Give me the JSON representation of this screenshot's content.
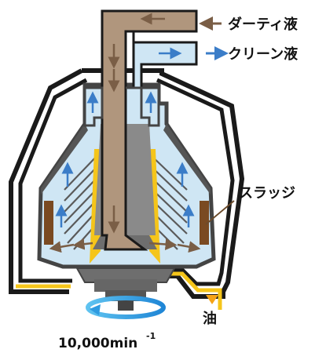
{
  "labels": {
    "dirty_liquid": "ダーティ液",
    "clean_liquid": "クリーン液",
    "sludge": "スラッジ",
    "oil": "油",
    "speed": "10,000min",
    "speed_exponent": "-1"
  },
  "colors": {
    "dirty_flow": "#b0967d",
    "clean_flow": "#cfe6f4",
    "clean_arrow": "#3b7dc8",
    "dirty_arrow": "#7a5e46",
    "sludge": "#7a4a22",
    "oil": "#f5c51a",
    "outline": "#1a1a1a",
    "machine": "#6e6e6e"
  }
}
